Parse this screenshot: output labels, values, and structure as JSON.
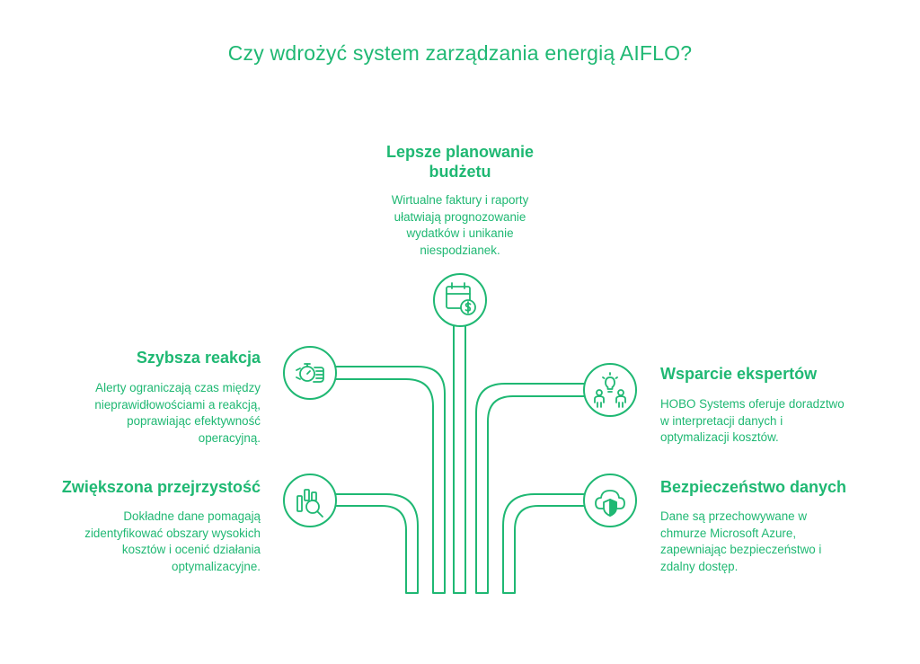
{
  "title": "Czy wdrożyć system zarządzania energią AIFLO?",
  "accent_color": "#1fb873",
  "cards": {
    "budget": {
      "heading_line1": "Lepsze planowanie",
      "heading_line2": "budżetu",
      "desc": [
        "Wirtualne faktury i raporty",
        "ułatwiają prognozowanie",
        "wydatków i unikanie",
        "niespodzianek."
      ],
      "icon": "calendar-dollar-icon"
    },
    "reaction": {
      "heading": "Szybsza reakcja",
      "desc": [
        "Alerty ograniczają czas między",
        "nieprawidłowościami a reakcją,",
        "poprawiając efektywność",
        "operacyjną."
      ],
      "icon": "hand-stopwatch-icon"
    },
    "transparency": {
      "heading": "Zwiększona przejrzystość",
      "desc": [
        "Dokładne dane pomagają",
        "zidentyfikować obszary wysokich",
        "kosztów i ocenić działania",
        "optymalizacyjne."
      ],
      "icon": "chart-magnifier-icon"
    },
    "experts": {
      "heading": "Wsparcie ekspertów",
      "desc": [
        "HOBO Systems oferuje doradztwo",
        "w interpretacji danych i",
        "optymalizacji kosztów."
      ],
      "icon": "people-lightbulb-icon"
    },
    "security": {
      "heading": "Bezpieczeństwo danych",
      "desc": [
        "Dane są przechowywane w",
        "chmurze Microsoft Azure,",
        "zapewniając bezpieczeństwo i",
        "zdalny dostęp."
      ],
      "icon": "cloud-shield-icon"
    }
  }
}
